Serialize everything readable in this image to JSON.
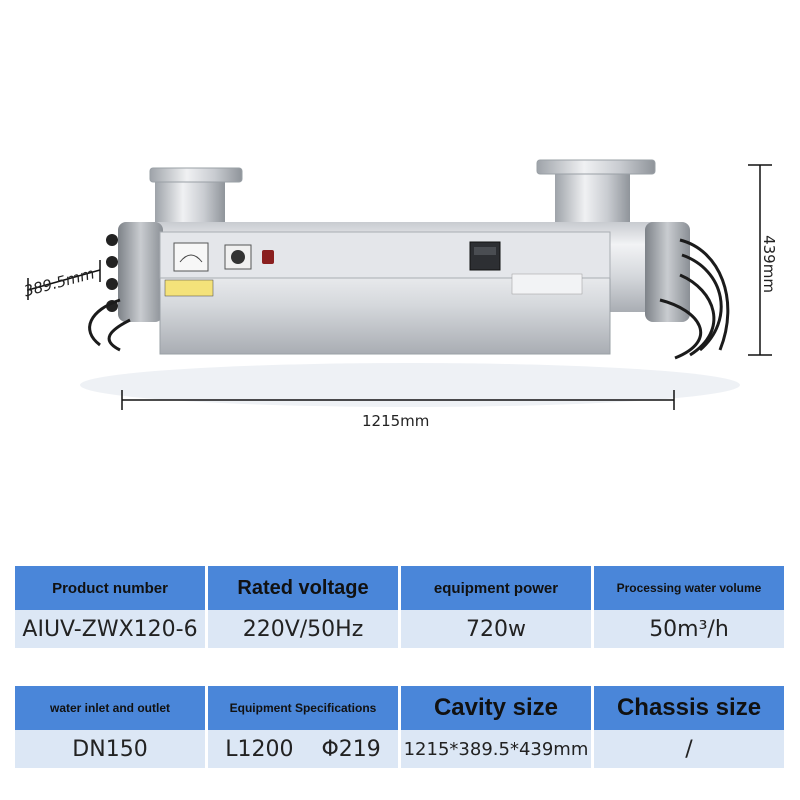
{
  "dimensions": {
    "length": "1215mm",
    "width": "389.5mm",
    "height": "439mm"
  },
  "colors": {
    "header_bg": "#4a86d9",
    "value_bg": "#dce7f5"
  },
  "table1": {
    "headers": [
      "Product number",
      "Rated voltage",
      "equipment power",
      "Processing water volume"
    ],
    "values": [
      "AIUV-ZWX120-6",
      "220V/50Hz",
      "720w",
      "50m³/h"
    ]
  },
  "table2": {
    "headers": [
      "water inlet and outlet",
      "Equipment Specifications",
      "Cavity size",
      "Chassis size"
    ],
    "values": [
      "DN150",
      "L1200    Φ219",
      "1215*389.5*439mm",
      "/"
    ]
  }
}
